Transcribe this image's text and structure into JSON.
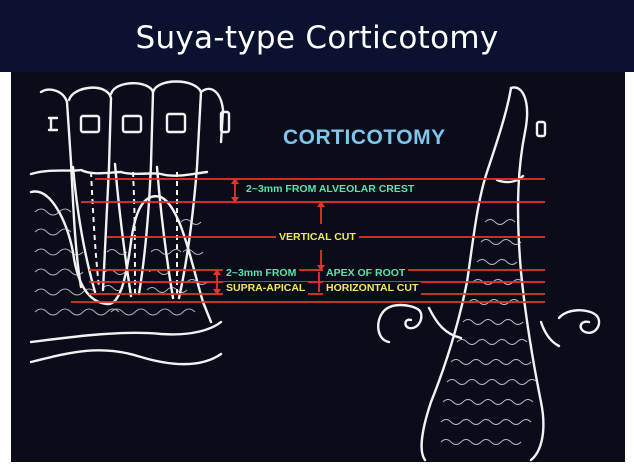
{
  "slide": {
    "title": "Suya-type Corticotomy"
  },
  "figure": {
    "heading": "CORTICOTOMY",
    "labels": {
      "alveolar_crest": "2~3mm FROM ALVEOLAR CREST",
      "vertical_cut": "VERTICAL CUT",
      "apex_left": "2~3mm FROM",
      "apex_right": "APEX OF ROOT",
      "supra_left": "SUPRA-APICAL",
      "supra_right": "HORIZONTAL CUT"
    },
    "colors": {
      "background": "#0a0c1a",
      "line_art": "#f2f2f2",
      "guide_lines": "#e8332a",
      "heading": "#7fc6ec",
      "green_text": "#5be3a9",
      "yellow_text": "#f2e85a"
    }
  }
}
